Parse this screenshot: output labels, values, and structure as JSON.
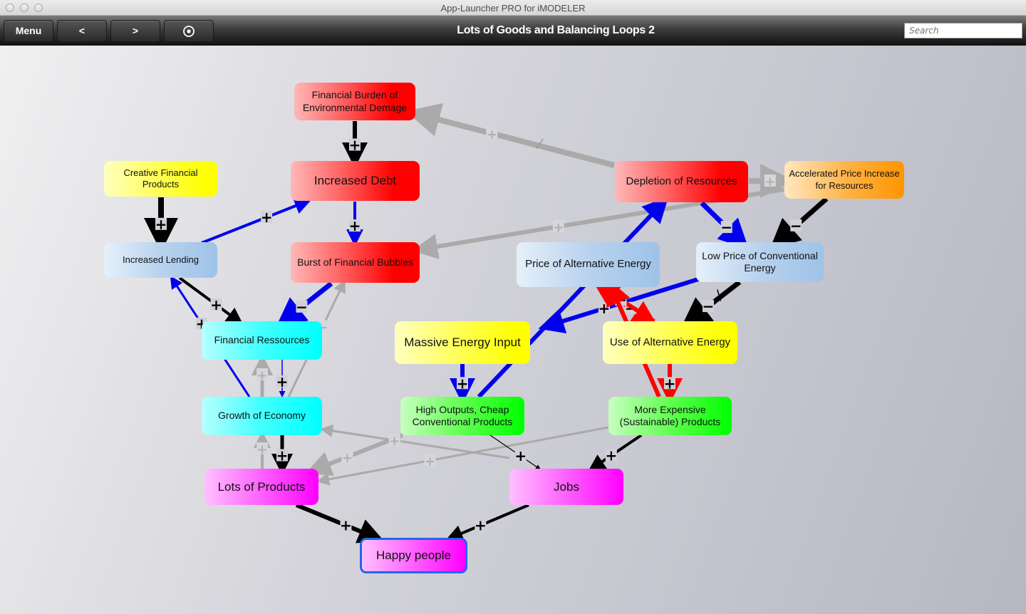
{
  "window": {
    "title": "App-Launcher PRO for iMODELER"
  },
  "toolbar": {
    "menu_label": "Menu",
    "back_label": "<",
    "forward_label": ">",
    "focus_icon": "target-icon",
    "document_title": "Lots of Goods and Balancing Loops 2",
    "search_placeholder": "Search"
  },
  "diagram": {
    "colors": {
      "black": "#000000",
      "blue": "#0000ee",
      "red": "#ff0000",
      "gray": "#aaaaaa"
    },
    "nodes": [
      {
        "id": "financial-burden",
        "label": "Financial Burden of Environmental Demage",
        "color": "red"
      },
      {
        "id": "increased-debt",
        "label": "Increased Debt",
        "color": "red"
      },
      {
        "id": "creative-financial-products",
        "label": "Creative Financial Products",
        "color": "yellow"
      },
      {
        "id": "increased-lending",
        "label": "Increased Lending",
        "color": "blue"
      },
      {
        "id": "burst-of-financial-bubbles",
        "label": "Burst of Financial Bubbles",
        "color": "red"
      },
      {
        "id": "depletion-of-resources",
        "label": "Depletion of Resources",
        "color": "red"
      },
      {
        "id": "accelerated-price-increase",
        "label": "Accelerated Price Increase for Resources",
        "color": "orange"
      },
      {
        "id": "price-of-alternative-energy",
        "label": "Price of Alternative Energy",
        "color": "blue"
      },
      {
        "id": "low-price-conventional-energy",
        "label": "Low Price of Conventional Energy",
        "color": "blue"
      },
      {
        "id": "financial-ressources",
        "label": "Financial Ressources",
        "color": "cyan"
      },
      {
        "id": "massive-energy-input",
        "label": "Massive Energy Input",
        "color": "yellow"
      },
      {
        "id": "use-of-alternative-energy",
        "label": "Use of Alternative Energy",
        "color": "yellow"
      },
      {
        "id": "growth-of-economy",
        "label": "Growth of Economy",
        "color": "cyan"
      },
      {
        "id": "high-outputs",
        "label": "High Outputs, Cheap Conventional Products",
        "color": "green"
      },
      {
        "id": "more-expensive-products",
        "label": "More Expensive (Sustainable) Products",
        "color": "green"
      },
      {
        "id": "lots-of-products",
        "label": "Lots of Products",
        "color": "magenta"
      },
      {
        "id": "jobs",
        "label": "Jobs",
        "color": "magenta"
      },
      {
        "id": "happy-people",
        "label": "Happy people",
        "color": "magenta",
        "selected": true
      }
    ],
    "links": [
      {
        "from": "financial-burden",
        "to": "increased-debt",
        "sign": "+",
        "color": "black"
      },
      {
        "from": "depletion-of-resources",
        "to": "financial-burden",
        "sign": "+",
        "color": "gray",
        "delayed": true
      },
      {
        "from": "creative-financial-products",
        "to": "increased-lending",
        "sign": "+",
        "color": "black"
      },
      {
        "from": "increased-lending",
        "to": "increased-debt",
        "sign": "+",
        "color": "blue"
      },
      {
        "from": "increased-debt",
        "to": "burst-of-financial-bubbles",
        "sign": "+",
        "color": "blue"
      },
      {
        "from": "depletion-of-resources",
        "to": "accelerated-price-increase",
        "sign": "+",
        "color": "gray"
      },
      {
        "from": "accelerated-price-increase",
        "to": "burst-of-financial-bubbles",
        "sign": "+",
        "color": "gray"
      },
      {
        "from": "depletion-of-resources",
        "to": "low-price-conventional-energy",
        "sign": "-",
        "color": "blue"
      },
      {
        "from": "accelerated-price-increase",
        "to": "low-price-conventional-energy",
        "sign": "-",
        "color": "black"
      },
      {
        "from": "high-outputs",
        "to": "depletion-of-resources",
        "sign": "",
        "color": "blue"
      },
      {
        "from": "low-price-conventional-energy",
        "to": "massive-energy-input",
        "sign": "+",
        "color": "blue"
      },
      {
        "from": "low-price-conventional-energy",
        "to": "use-of-alternative-energy",
        "sign": "-",
        "color": "black",
        "delayed": true
      },
      {
        "from": "price-of-alternative-energy",
        "to": "use-of-alternative-energy",
        "sign": "-",
        "color": "red"
      },
      {
        "from": "use-of-alternative-energy",
        "to": "price-of-alternative-energy",
        "sign": "-",
        "color": "red"
      },
      {
        "from": "use-of-alternative-energy",
        "to": "more-expensive-products",
        "sign": "+",
        "color": "red"
      },
      {
        "from": "more-expensive-products",
        "to": "price-of-alternative-energy",
        "sign": "",
        "color": "red"
      },
      {
        "from": "increased-lending",
        "to": "financial-ressources",
        "sign": "+",
        "color": "black"
      },
      {
        "from": "growth-of-economy",
        "to": "increased-lending",
        "sign": "+",
        "color": "blue"
      },
      {
        "from": "burst-of-financial-bubbles",
        "to": "financial-ressources",
        "sign": "-",
        "color": "blue"
      },
      {
        "from": "growth-of-economy",
        "to": "burst-of-financial-bubbles",
        "sign": "-",
        "color": "gray"
      },
      {
        "from": "financial-ressources",
        "to": "growth-of-economy",
        "sign": "+",
        "color": "blue"
      },
      {
        "from": "growth-of-economy",
        "to": "financial-ressources",
        "sign": "+",
        "color": "gray"
      },
      {
        "from": "massive-energy-input",
        "to": "high-outputs",
        "sign": "+",
        "color": "blue"
      },
      {
        "from": "growth-of-economy",
        "to": "lots-of-products",
        "sign": "+",
        "color": "black"
      },
      {
        "from": "lots-of-products",
        "to": "growth-of-economy",
        "sign": "+",
        "color": "gray"
      },
      {
        "from": "high-outputs",
        "to": "lots-of-products",
        "sign": "+",
        "color": "gray"
      },
      {
        "from": "jobs",
        "to": "growth-of-economy",
        "sign": "+",
        "color": "gray"
      },
      {
        "from": "more-expensive-products",
        "to": "lots-of-products",
        "sign": "+",
        "color": "gray"
      },
      {
        "from": "high-outputs",
        "to": "jobs",
        "sign": "+",
        "color": "black"
      },
      {
        "from": "more-expensive-products",
        "to": "jobs",
        "sign": "+",
        "color": "black"
      },
      {
        "from": "lots-of-products",
        "to": "happy-people",
        "sign": "+",
        "color": "black"
      },
      {
        "from": "jobs",
        "to": "happy-people",
        "sign": "+",
        "color": "black"
      }
    ]
  }
}
